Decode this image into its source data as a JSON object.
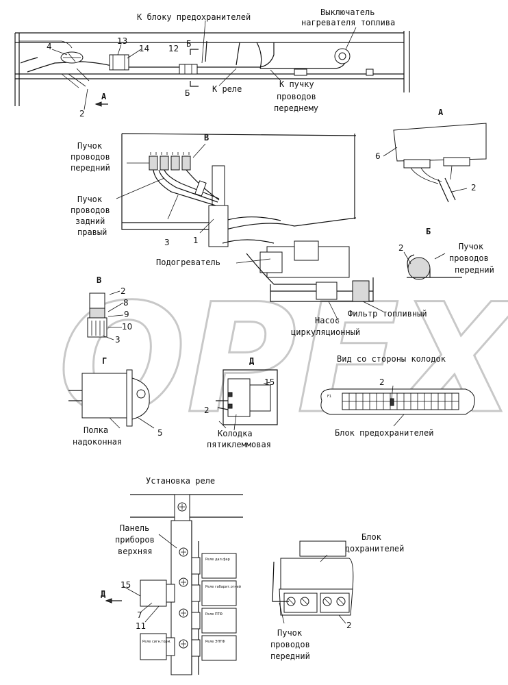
{
  "watermark": "OPEX",
  "top": {
    "fuse_block": "К блоку предохранителей",
    "heater_switch_1": "Выключатель",
    "heater_switch_2": "нагревателя топлива",
    "to_relay": "К реле",
    "to_bundle_1": "К пучку",
    "to_bundle_2": "проводов",
    "to_bundle_3": "переднему",
    "view_a": "А",
    "section_b": "Б",
    "section_b2": "Б",
    "n4": "4",
    "n13": "13",
    "n14": "14",
    "n12": "12",
    "n2": "2"
  },
  "middle": {
    "bundle_front_1": "Пучок",
    "bundle_front_2": "проводов",
    "bundle_front_3": "передний",
    "bundle_rear_1": "Пучок",
    "bundle_rear_2": "проводов",
    "bundle_rear_3": "задний",
    "bundle_rear_4": "правый",
    "view_v": "В",
    "n3": "3",
    "n1": "1",
    "heater": "Подогреватель",
    "fuel_filter": "Фильтр топливный",
    "pump_1": "Насос",
    "pump_2": "циркуляционный"
  },
  "detail_a": {
    "title": "А",
    "n6": "6",
    "n2": "2"
  },
  "detail_b": {
    "title": "Б",
    "n2": "2",
    "label_1": "Пучок",
    "label_2": "проводов",
    "label_3": "передний"
  },
  "detail_v": {
    "title": "В",
    "n2": "2",
    "n8": "8",
    "n9": "9",
    "n10": "10",
    "n3": "3"
  },
  "detail_g": {
    "title": "Г",
    "shelf_1": "Полка",
    "shelf_2": "надоконная",
    "n5": "5"
  },
  "detail_d": {
    "title": "Д",
    "n15": "15",
    "n2": "2",
    "block_1": "Колодка",
    "block_2": "пятиклеммовая"
  },
  "fuse_view": {
    "title": "Вид со стороны колодок",
    "n2": "2",
    "label": "Блок предохранителей",
    "f1": "F1"
  },
  "relay": {
    "title": "Установка реле",
    "panel_1": "Панель",
    "panel_2": "приборов",
    "panel_3": "верхняя",
    "d_arrow": "Д",
    "n15": "15",
    "n7": "7",
    "n11": "11",
    "relay_labels": [
      "Реле дал.фар",
      "Реле габарит.огней",
      "Реле ПТФ",
      "Реле сигн.торм.",
      "Реле ЭПТФ"
    ]
  },
  "fuse_block_detail": {
    "title_1": "Блок",
    "title_2": "предохранителей",
    "n2": "2",
    "bundle_1": "Пучок",
    "bundle_2": "проводов",
    "bundle_3": "передний"
  }
}
